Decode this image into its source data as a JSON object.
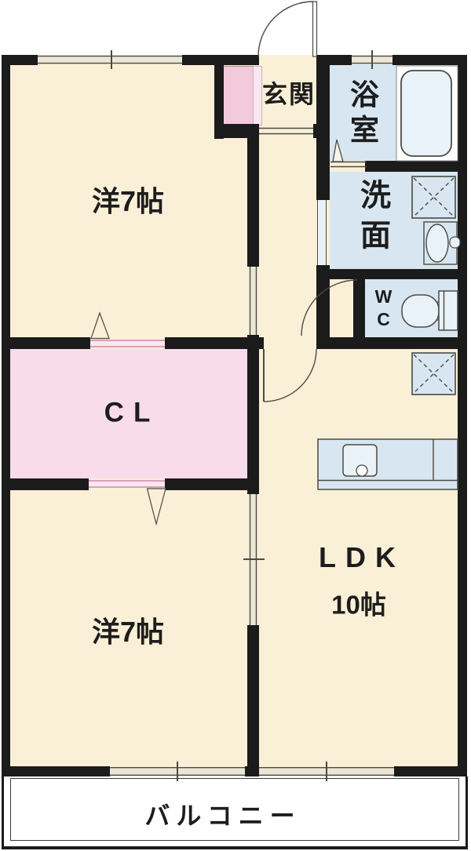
{
  "colors": {
    "wall": "#1b1b1b",
    "ink": "#1d1d1d",
    "cream": "#faf0d7",
    "window_fill": "#ece6d4",
    "blue": "#d8e6f1",
    "blue_light": "#e9f2f9",
    "pink": "#f8dcea",
    "pink_strong": "#f3cadb",
    "pink_light": "#fbe7f1",
    "pink_line": "#d893af",
    "line": "#4a4a45",
    "white": "#ffffff"
  },
  "rooms": {
    "west_upper": {
      "label": "洋7帖"
    },
    "genkan": {
      "label": "玄関"
    },
    "bathroom": {
      "label": "浴室"
    },
    "washroom": {
      "label": "洗面"
    },
    "wc": {
      "label": "WC"
    },
    "closet": {
      "label": "CL"
    },
    "ldk": {
      "label": "LDK",
      "size": "10帖"
    },
    "west_lower": {
      "label": "洋7帖"
    },
    "balcony": {
      "label": "バルコニー"
    }
  }
}
